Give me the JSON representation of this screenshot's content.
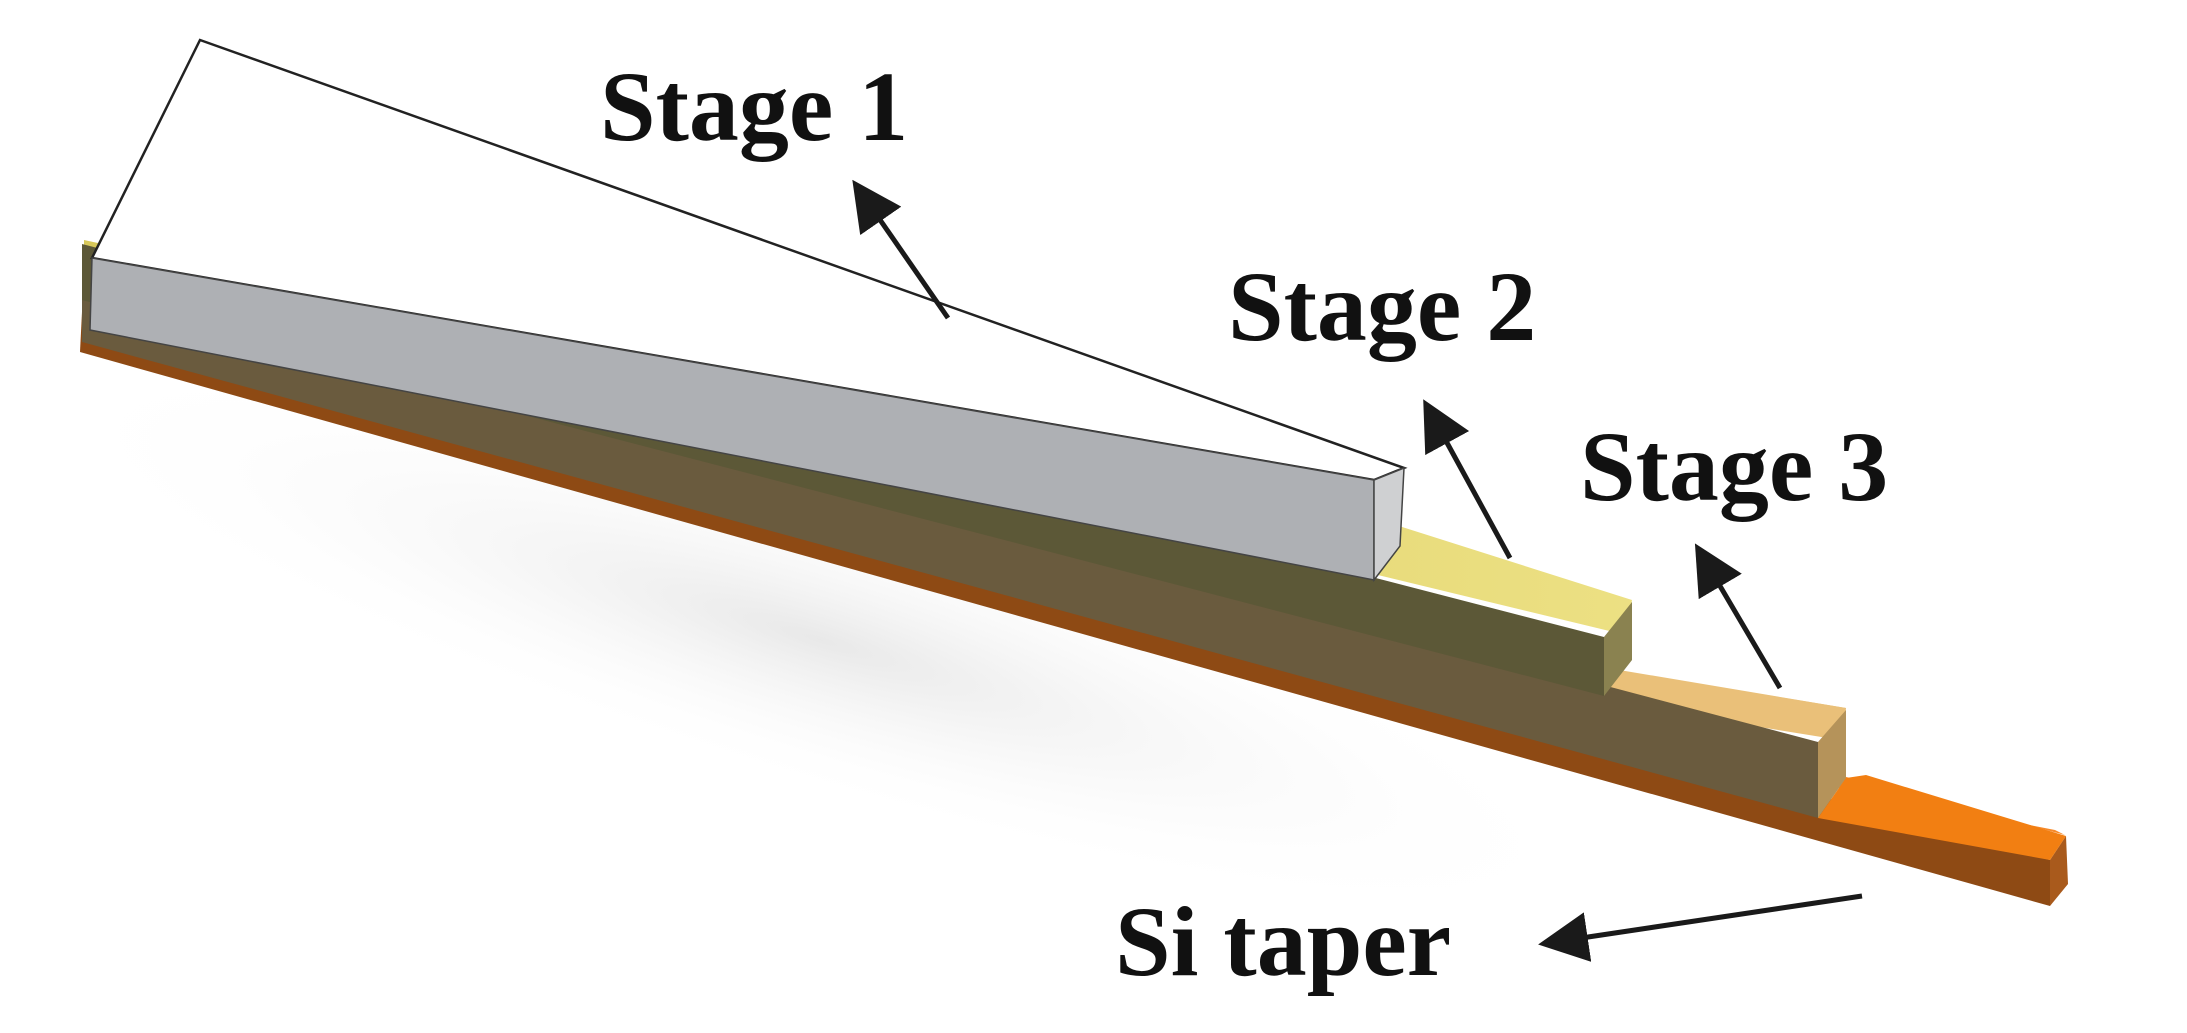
{
  "labels": {
    "stage1": "Stage 1",
    "stage2": "Stage 2",
    "stage3": "Stage 3",
    "si_taper": "Si taper"
  },
  "colors": {
    "stage1_top": "#ffffff",
    "stage1_side": "#aeb0b4",
    "stage2_top": "#e4d66a",
    "stage2_side": "#5c5837",
    "stage3_top": "#e7b96c",
    "stage3_side": "#6a5b3e",
    "si_top": "#f27f12",
    "si_side": "#8e4a14",
    "arrow": "#1a1a1a"
  }
}
